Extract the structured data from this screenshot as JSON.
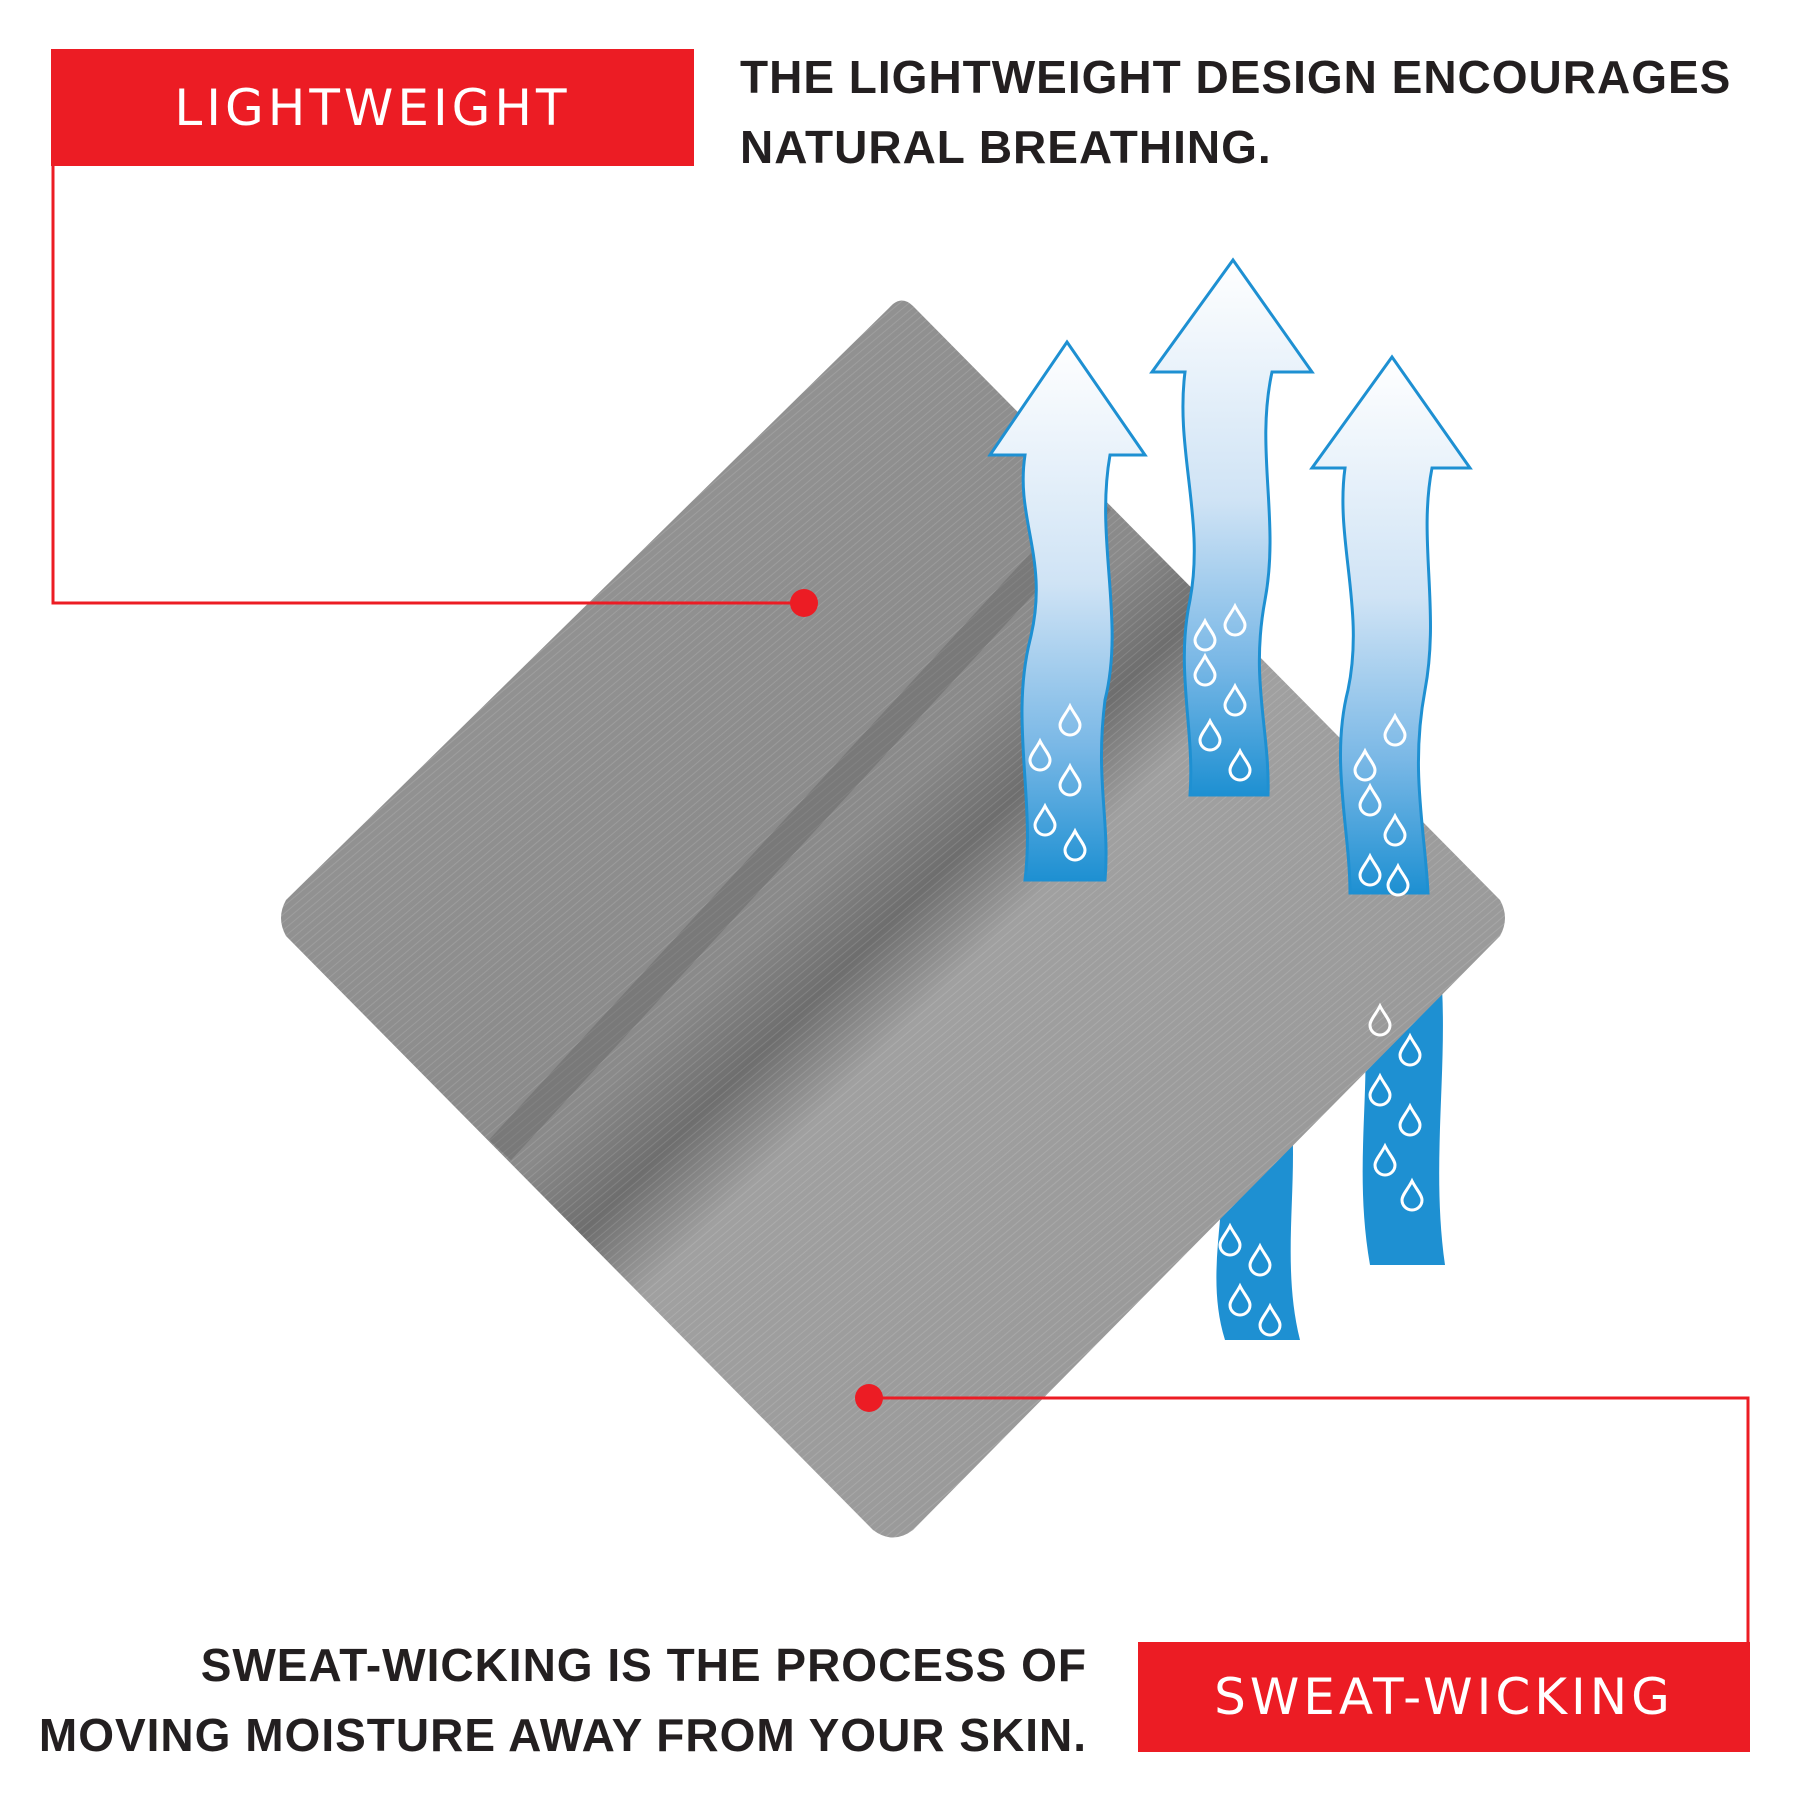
{
  "lightweight": {
    "label": "LIGHTWEIGHT",
    "lines": [
      "THE LIGHTWEIGHT DESIGN ENCOURAGES",
      "NATURAL BREATHING."
    ]
  },
  "sweat_wicking": {
    "label": "SWEAT-WICKING",
    "lines": [
      "SWEAT-WICKING IS THE PROCESS OF",
      "MOVING MOISTURE AWAY FROM YOUR SKIN."
    ]
  },
  "colors": {
    "accent": "#ec1c24",
    "arrow_blue": "#1e90d2",
    "fabric": "#8f8f8f",
    "text": "#231f20"
  },
  "icons": [
    "fabric-swatch",
    "breathing-arrow-icon",
    "water-drop-icon"
  ]
}
